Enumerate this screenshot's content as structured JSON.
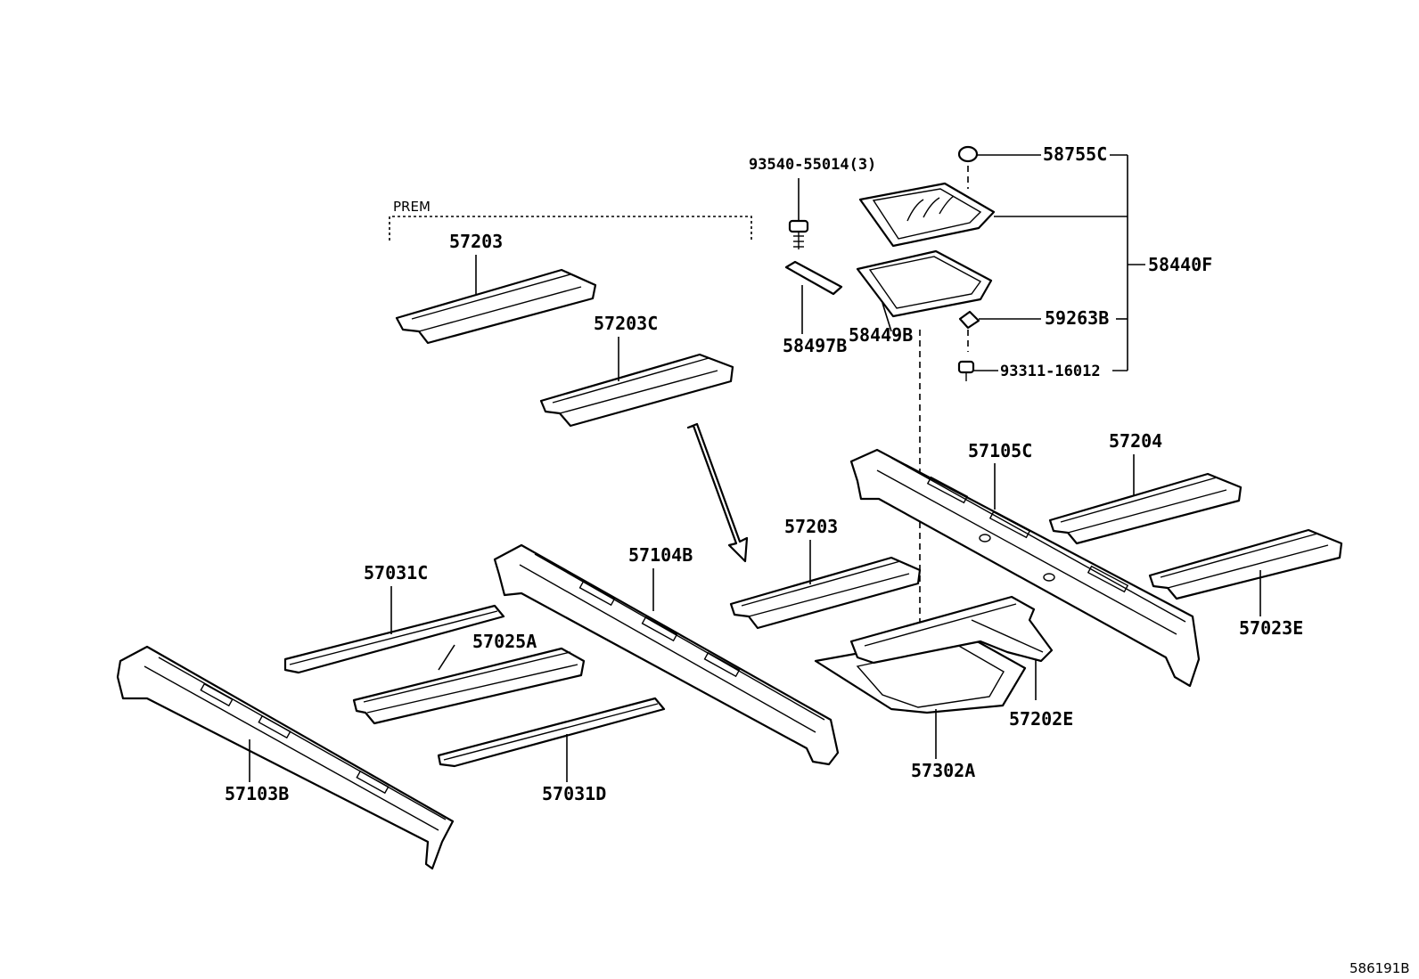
{
  "group_label": "PREM",
  "figure_code": "586191B",
  "parts": {
    "p57203_top": "57203",
    "p57203C": "57203C",
    "p93540": "93540-55014(3)",
    "p58497B": "58497B",
    "p58449B": "58449B",
    "p58755C": "58755C",
    "p58440F": "58440F",
    "p59263B": "59263B",
    "p93311": "93311-16012",
    "p57105C": "57105C",
    "p57204": "57204",
    "p57023E": "57023E",
    "p57203_mid": "57203",
    "p57104B": "57104B",
    "p57031C": "57031C",
    "p57025A": "57025A",
    "p57103B": "57103B",
    "p57031D": "57031D",
    "p57302A": "57302A",
    "p57202E": "57202E"
  }
}
